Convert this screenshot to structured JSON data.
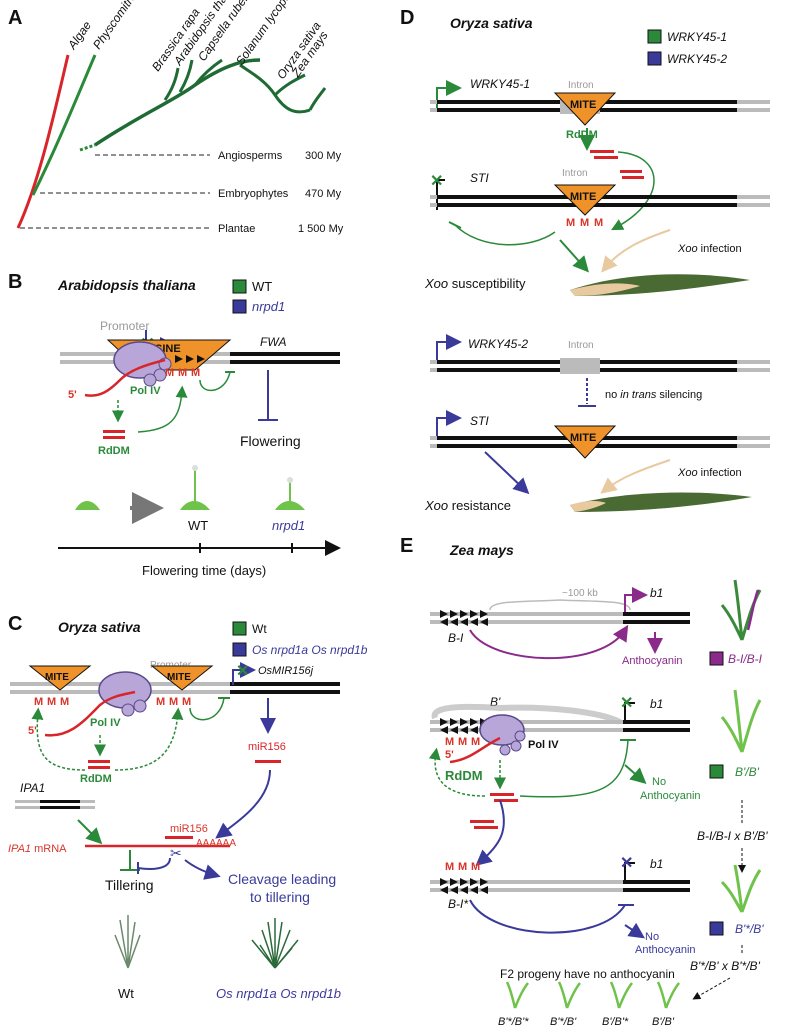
{
  "panels": {
    "A": "A",
    "B": "B",
    "C": "C",
    "D": "D",
    "E": "E"
  },
  "colors": {
    "green": "#2a8a3a",
    "blue": "#3a3a9a",
    "red": "#d8352a",
    "orange": "#f0922a",
    "purple": "#b9a6d8",
    "magenta": "#8a2a8a"
  },
  "a": {
    "taxa": [
      "Algae",
      "Physcomitrella patens",
      "Brassica rapa",
      "Arabidopsis thaliana",
      "Capsella rubella",
      "Solanum lycopersicum",
      "Oryza sativa",
      "Zea mays"
    ],
    "levels": [
      {
        "name": "Angiosperms",
        "age": "300 My"
      },
      {
        "name": "Embryophytes",
        "age": "470 My"
      },
      {
        "name": "Plantae",
        "age": "1 500 My"
      }
    ]
  },
  "b": {
    "title": "Arabidopsis thaliana",
    "legend": [
      "WT",
      "nrpd1"
    ],
    "promoter": "Promoter",
    "sine": "SINE",
    "gene": "FWA",
    "five_prime": "5'",
    "methyl": "M",
    "pol": "Pol IV",
    "rddm": "RdDM",
    "flowering": "Flowering",
    "wt": "WT",
    "mutant": "nrpd1",
    "axis": "Flowering time (days)"
  },
  "c": {
    "title": "Oryza sativa",
    "legend": [
      "Wt",
      "Os nrpd1a Os nrpd1b"
    ],
    "promoter": "Promoter",
    "mite": "MITE",
    "gene": "OsMIR156j",
    "five_prime": "5'",
    "methyl": "M",
    "pol": "Pol IV",
    "rddm": "RdDM",
    "mir": "miR156",
    "ipa1": "IPA1",
    "ipa1_mrna_gene": "IPA1",
    "ipa1_mrna_suffix": " mRNA",
    "polya": "AAAAAA",
    "cleavage_line1": "Cleavage leading",
    "cleavage_line2": "to tillering",
    "tillering": "Tillering",
    "wt": "Wt",
    "mutant": "Os nrpd1a Os nrpd1b"
  },
  "d": {
    "title": "Oryza sativa",
    "legend": [
      "WRKY45-1",
      "WRKY45-2"
    ],
    "wrky1": "WRKY45-1",
    "wrky2": "WRKY45-2",
    "intron": "Intron",
    "mite": "MITE",
    "methyl": "M",
    "rddm": "RdDM",
    "sti": "STI",
    "xoo": "Xoo",
    "infection": " infection",
    "susceptibility": " susceptibility",
    "resistance": " resistance",
    "no_silencing_pre": "no ",
    "no_silencing_italic": "in trans",
    "no_silencing_post": " silencing"
  },
  "e": {
    "title": "Zea mays",
    "kb": "~100 kb",
    "b1": "b1",
    "bi": "B-I",
    "bprime": "B'",
    "bistar": "B-I*",
    "anthocyanin": "Anthocyanin",
    "no": "No",
    "methyl": "M",
    "five_prime": "5'",
    "pol": "Pol IV",
    "rddm": "RdDM",
    "g1": "B-I/B-I",
    "g2": "B'/B'",
    "cross1": "B-I/B-I x B'/B'",
    "g3": "B'*/B'",
    "cross2": "B'*/B' x B'*/B'",
    "f2": "F2 progeny have no anthocyanin",
    "progeny": [
      "B'*/B'*",
      "B'*/B'",
      "B'/B'*",
      "B'/B'"
    ]
  }
}
